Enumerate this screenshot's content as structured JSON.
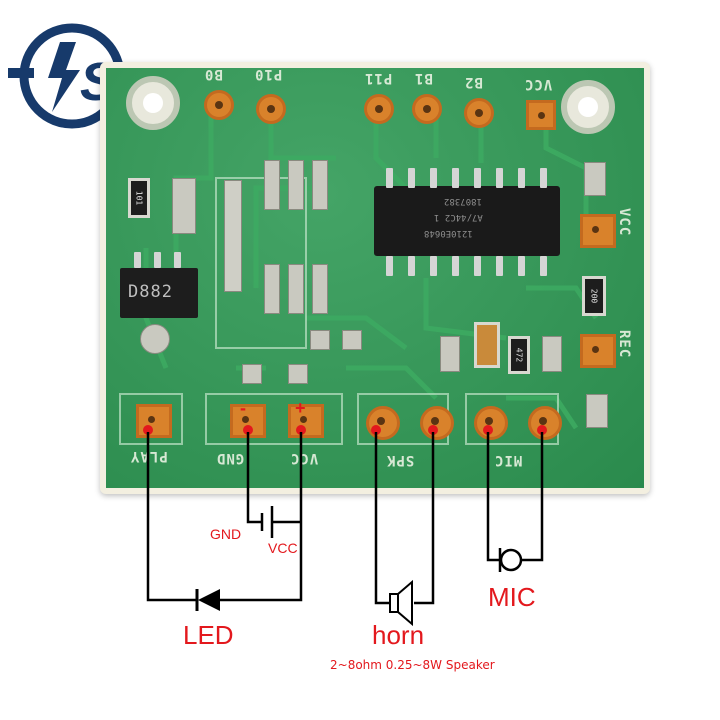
{
  "logo": {
    "text": "S",
    "icon": "lightning-bolt-icon",
    "color": "#173a6b"
  },
  "board": {
    "silk_top": [
      "B0",
      "P10",
      "P11",
      "B1",
      "B2",
      "VCC"
    ],
    "silk_bottom": [
      "PLAY",
      "GND",
      "VCC",
      "SPK",
      "MIC"
    ],
    "silk_side": [
      "VCC",
      "REC"
    ],
    "transistor": "D882",
    "chip_lines": [
      "1807382",
      "A7/44C2 1",
      "1210E0648"
    ],
    "resistors": [
      "101",
      "200",
      "472"
    ],
    "pin_marks": {
      "minus": "-",
      "plus": "+"
    }
  },
  "labels": {
    "gnd": "GND",
    "vcc": "VCC",
    "led": "LED",
    "horn": "horn",
    "speaker_spec": "2~8ohm 0.25~8W Speaker",
    "mic": "MIC"
  },
  "colors": {
    "annotation": "#e3181d",
    "pcb": "#2f9a55",
    "pad": "#d9822b",
    "wire": "#000000"
  }
}
